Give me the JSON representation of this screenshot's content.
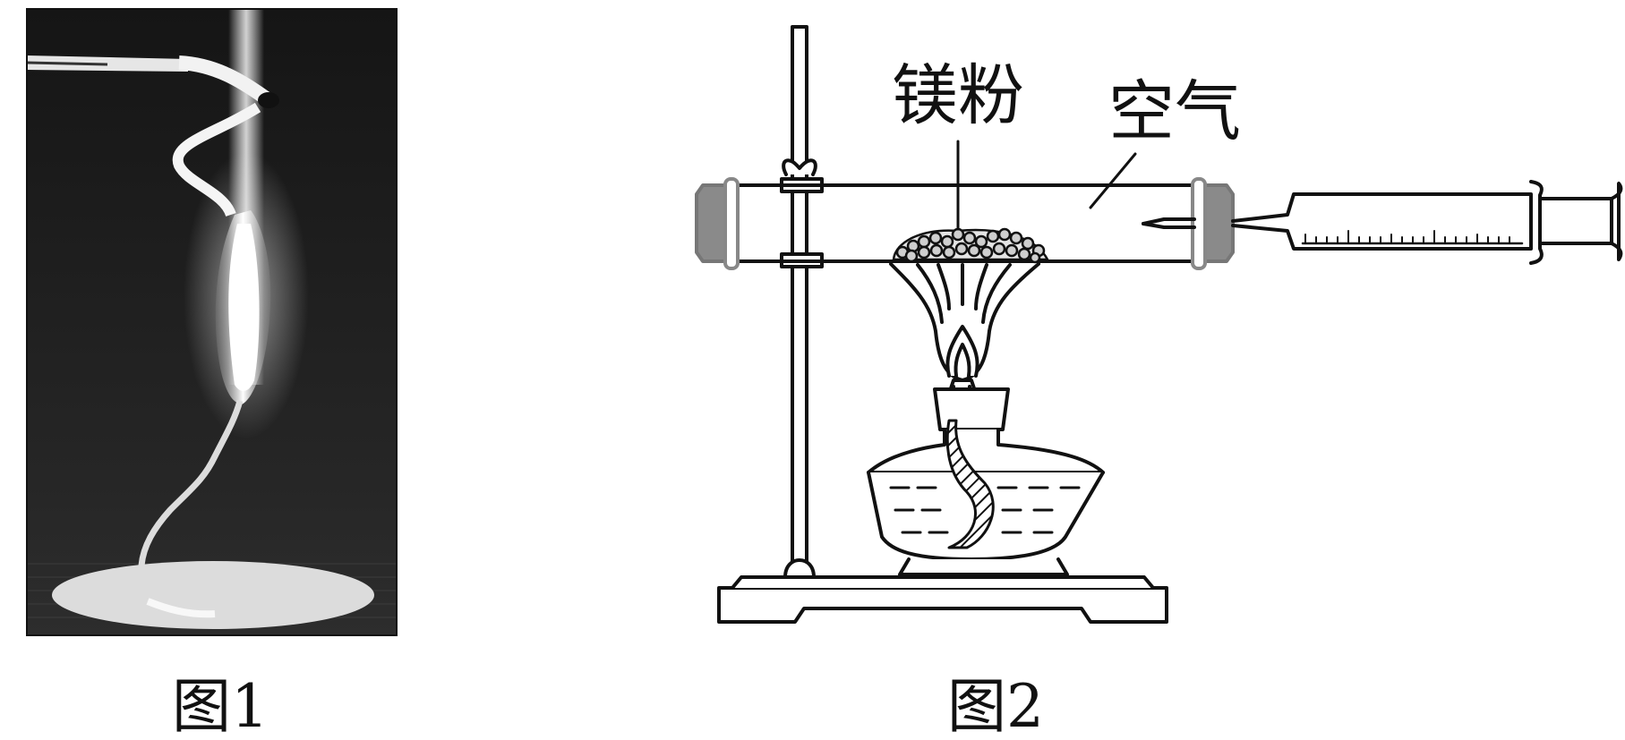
{
  "figures": [
    {
      "id": "fig1",
      "caption": "图1"
    },
    {
      "id": "fig2",
      "caption": "图2"
    }
  ],
  "apparatus": {
    "labels": {
      "magnesium_powder": "镁粉",
      "air": "空气"
    }
  },
  "colors": {
    "ink": "#111111",
    "photo_background": "#1b1b1b",
    "stopper_gray": "#8a8a8a"
  }
}
